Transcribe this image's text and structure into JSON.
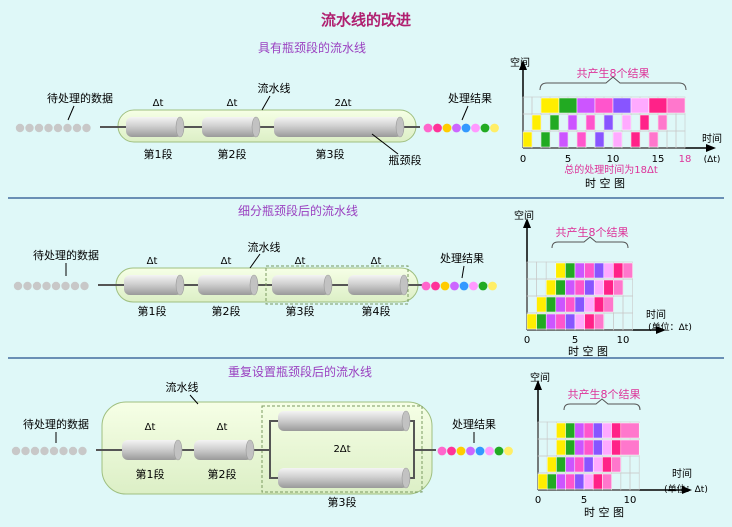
{
  "title": "流水线的改进",
  "sections": [
    {
      "heading": "具有瓶颈段的流水线",
      "input_label": "待处理的数据",
      "pipeline_label": "流水线",
      "output_label": "处理结果",
      "bottleneck_label": "瓶颈段",
      "stages": [
        {
          "time": "Δt",
          "name": "第1段"
        },
        {
          "time": "Δt",
          "name": "第2段"
        },
        {
          "time": "2Δt",
          "name": "第3段"
        }
      ],
      "chart": {
        "ylabel": "空间",
        "xlabel": "时间",
        "xticks": [
          "0",
          "5",
          "10",
          "15"
        ],
        "xlast": "18",
        "xunit": "(Δt)",
        "top_note": "共产生8个结果",
        "bottom_note": "总的处理时间为18Δt",
        "caption": "时 空 图"
      }
    },
    {
      "heading": "细分瓶颈段后的流水线",
      "input_label": "待处理的数据",
      "pipeline_label": "流水线",
      "output_label": "处理结果",
      "stages": [
        {
          "time": "Δt",
          "name": "第1段"
        },
        {
          "time": "Δt",
          "name": "第2段"
        },
        {
          "time": "Δt",
          "name": "第3段"
        },
        {
          "time": "Δt",
          "name": "第4段"
        }
      ],
      "chart": {
        "ylabel": "空间",
        "xlabel": "时间",
        "xticks": [
          "0",
          "5",
          "10"
        ],
        "xunit": "(单位：Δt)",
        "top_note": "共产生8个结果",
        "caption": "时 空 图"
      }
    },
    {
      "heading": "重复设置瓶颈段后的流水线",
      "input_label": "待处理的数据",
      "pipeline_label": "流水线",
      "output_label": "处理结果",
      "stages": [
        {
          "time": "Δt",
          "name": "第1段"
        },
        {
          "time": "Δt",
          "name": "第2段"
        },
        {
          "time": "2Δt",
          "name": "第3段"
        }
      ],
      "chart": {
        "ylabel": "空间",
        "xlabel": "时间",
        "xticks": [
          "0",
          "5",
          "10"
        ],
        "xunit": "(单位：Δt)",
        "top_note": "共产生8个结果",
        "caption": "时 空 图"
      }
    }
  ],
  "result_colors": [
    "#ff66cc",
    "#ff3399",
    "#ffcc00",
    "#cc66ff",
    "#3399ff",
    "#ff99ff",
    "#22aa22",
    "#ffee66"
  ],
  "block_colors": [
    "#ffee00",
    "#22aa22",
    "#cc55ff",
    "#ff55cc",
    "#8855ff",
    "#ffaaff",
    "#ff2288",
    "#ff77cc"
  ]
}
